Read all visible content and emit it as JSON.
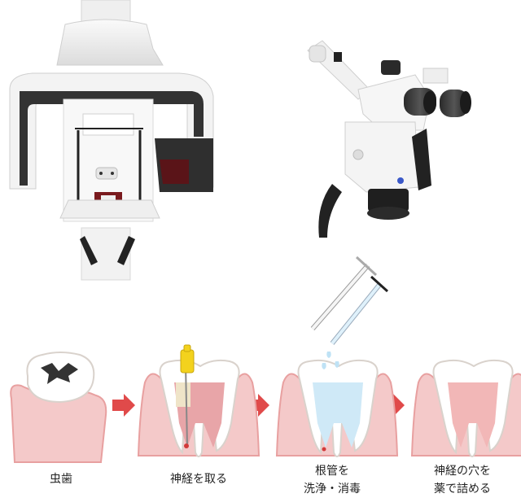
{
  "equipment": [
    {
      "icon": "panoramic-xray-machine-icon"
    },
    {
      "icon": "dental-microscope-icon"
    }
  ],
  "steps": [
    {
      "icon": "decayed-tooth-icon",
      "label_lines": [
        "虫歯"
      ]
    },
    {
      "icon": "nerve-removal-tooth-icon",
      "label_lines": [
        "神経を取る"
      ]
    },
    {
      "icon": "root-canal-cleaning-tooth-icon",
      "label_lines": [
        "根管を",
        "洗浄・消毒"
      ]
    },
    {
      "icon": "filled-root-canal-tooth-icon",
      "label_lines": [
        "神経の穴を",
        "薬で詰める"
      ]
    }
  ],
  "colors": {
    "gum": "#f4c9c9",
    "gum_edge": "#e8a0a0",
    "enamel": "#ffffff",
    "outline": "#d9d2cc",
    "pulp": "#e8a5a8",
    "arrow": "#e04a4a",
    "rinse": "#cfe9f7",
    "file_handle": "#f3d21d",
    "filling": "#f2b7b7"
  }
}
